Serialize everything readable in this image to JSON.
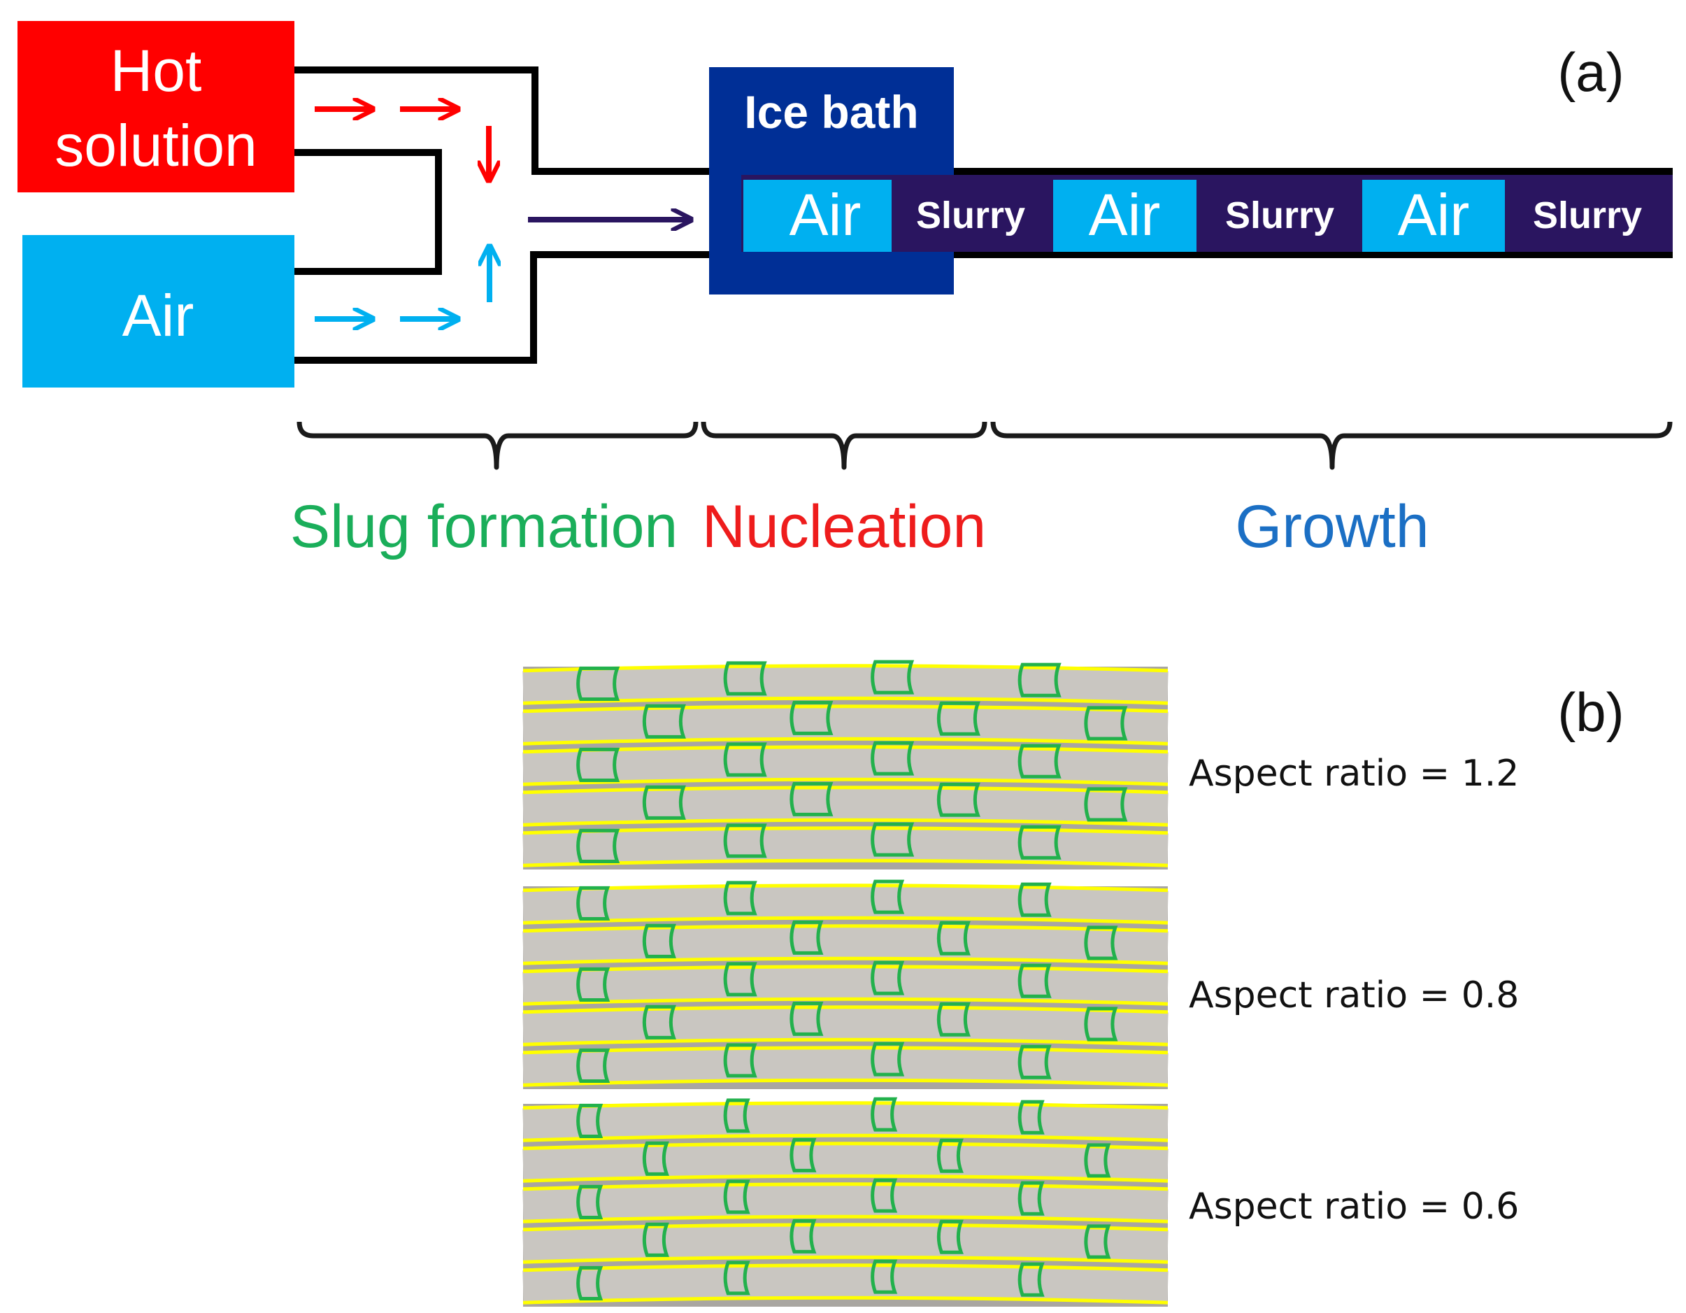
{
  "panel_a": {
    "label": "(a)",
    "hot_solution_line1": "Hot",
    "hot_solution_line2": "solution",
    "air_source": "Air",
    "ice_bath": "Ice bath",
    "segments": [
      "Air",
      "Slurry",
      "Air",
      "Slurry",
      "Air",
      "Slurry"
    ],
    "stages": [
      {
        "label": "Slug formation",
        "color": "#1aae5a"
      },
      {
        "label": "Nucleation",
        "color": "#ee1c1c"
      },
      {
        "label": "Growth",
        "color": "#1b6fc4"
      }
    ],
    "colors": {
      "hot_solution": "#ff0000",
      "air": "#00b0f0",
      "ice_bath": "#002f96",
      "slurry": "#2a1560",
      "flow_arrow": "#2a1560",
      "tube": "#000000"
    }
  },
  "panel_b": {
    "label": "(b)",
    "rows": [
      {
        "caption": "Aspect ratio = 1.2"
      },
      {
        "caption": "Aspect ratio = 0.8"
      },
      {
        "caption": "Aspect ratio = 0.6"
      }
    ],
    "colors": {
      "tube_photo_bg": "#a9a6a1",
      "tube_highlight": "#ffff00",
      "slug_outline": "#22b14c"
    }
  }
}
